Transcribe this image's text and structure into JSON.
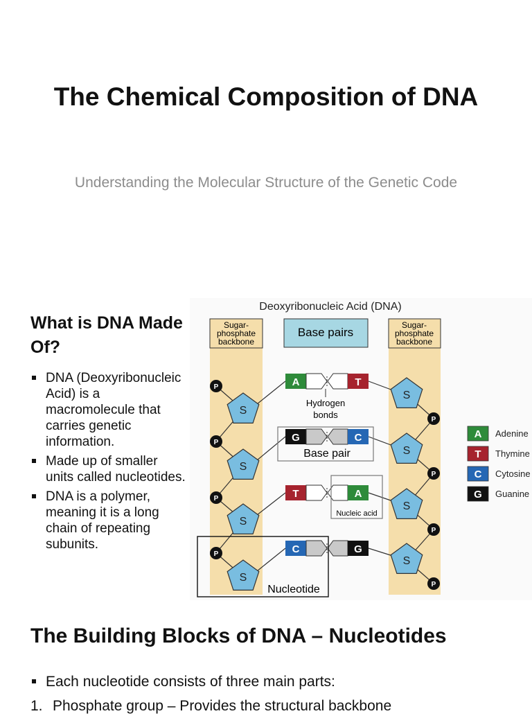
{
  "title": "The Chemical Composition of DNA",
  "subtitle": "Understanding the Molecular Structure of the Genetic Code",
  "section1": {
    "heading": "What is DNA Made Of?",
    "bullets": [
      "DNA (Deoxyribonucleic Acid) is a macromolecule that carries genetic information.",
      "Made up of smaller units called nucleotides.",
      "DNA is a polymer, meaning it is a long chain of repeating subunits."
    ]
  },
  "figure": {
    "title": "Deoxyribonucleic Acid (DNA)",
    "backbone_left": [
      "Sugar-",
      "phosphate",
      "backbone"
    ],
    "backbone_right": [
      "Sugar-",
      "phosphate",
      "backbone"
    ],
    "base_pairs_label": "Base pairs",
    "hydrogen_bonds": [
      "Hydrogen",
      "bonds"
    ],
    "base_pair_label": "Base pair",
    "nucleic_acid_label": "Nucleic acid",
    "nucleotide_label": "Nucleotide",
    "sugar": "S",
    "phosphate": "P",
    "rows": [
      {
        "left": "A",
        "right": "T"
      },
      {
        "left": "G",
        "right": "C"
      },
      {
        "left": "T",
        "right": "A"
      },
      {
        "left": "C",
        "right": "G"
      }
    ],
    "legend": [
      {
        "letter": "A",
        "name": "Adenine",
        "color": "#2e8b3a"
      },
      {
        "letter": "T",
        "name": "Thymine",
        "color": "#a6232e"
      },
      {
        "letter": "C",
        "name": "Cytosine",
        "color": "#2567b4"
      },
      {
        "letter": "G",
        "name": "Guanine",
        "color": "#111111"
      }
    ],
    "colors": {
      "backbone": "#f5deab",
      "base_pairs_header": "#a7d7e3",
      "pentagon": "#79bde0",
      "connector": "#c9c9c9"
    }
  },
  "section2": {
    "heading": "The Building Blocks of DNA – Nucleotides",
    "bullets": [
      "Each nucleotide consists of three main parts:"
    ],
    "numbered": [
      {
        "num": "1.",
        "text": "Phosphate group – Provides the structural backbone"
      }
    ]
  }
}
